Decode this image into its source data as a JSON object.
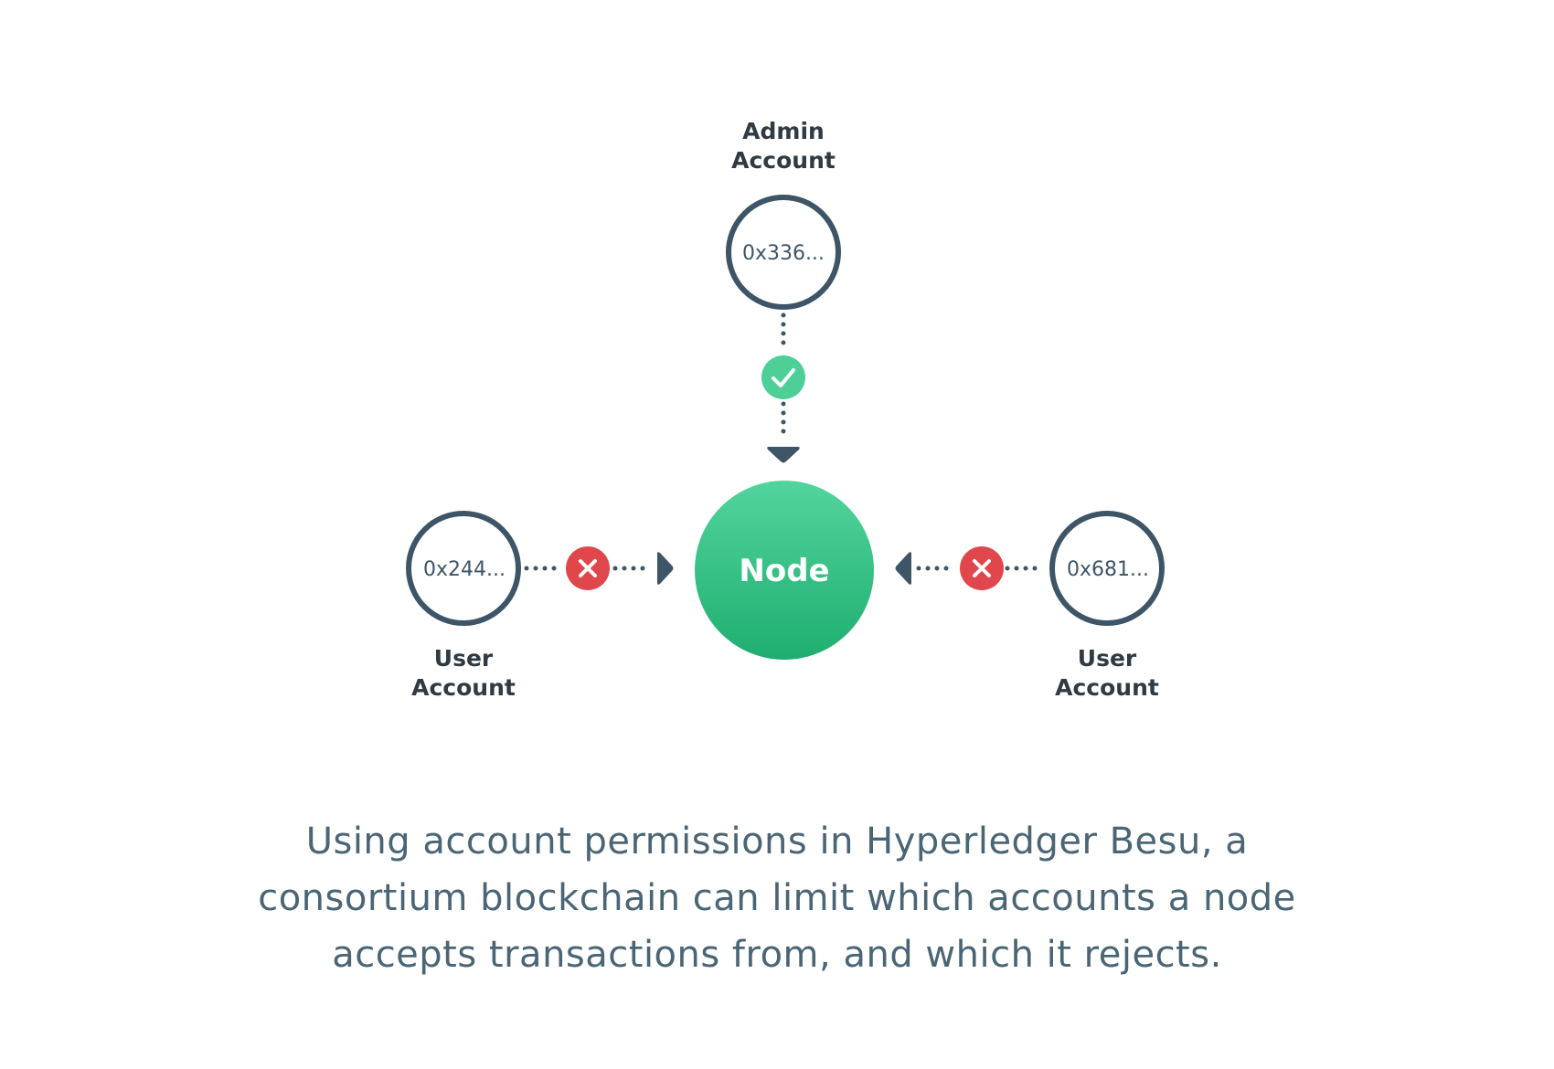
{
  "colors": {
    "outline": "#3d5566",
    "node_green": "#27b57a",
    "accept": "#4ecf97",
    "reject": "#e0474c",
    "label": "#2f3a43",
    "caption": "#4a6575"
  },
  "admin": {
    "label_line1": "Admin",
    "label_line2": "Account",
    "address": "0x336..."
  },
  "user_left": {
    "label_line1": "User",
    "label_line2": "Account",
    "address": "0x244..."
  },
  "user_right": {
    "label_line1": "User",
    "label_line2": "Account",
    "address": "0x681..."
  },
  "node": {
    "label": "Node"
  },
  "caption": {
    "line1": "Using account permissions in Hyperledger Besu, a",
    "line2": "consortium blockchain can limit which accounts a node",
    "line3": "accepts transactions from, and which it rejects."
  }
}
